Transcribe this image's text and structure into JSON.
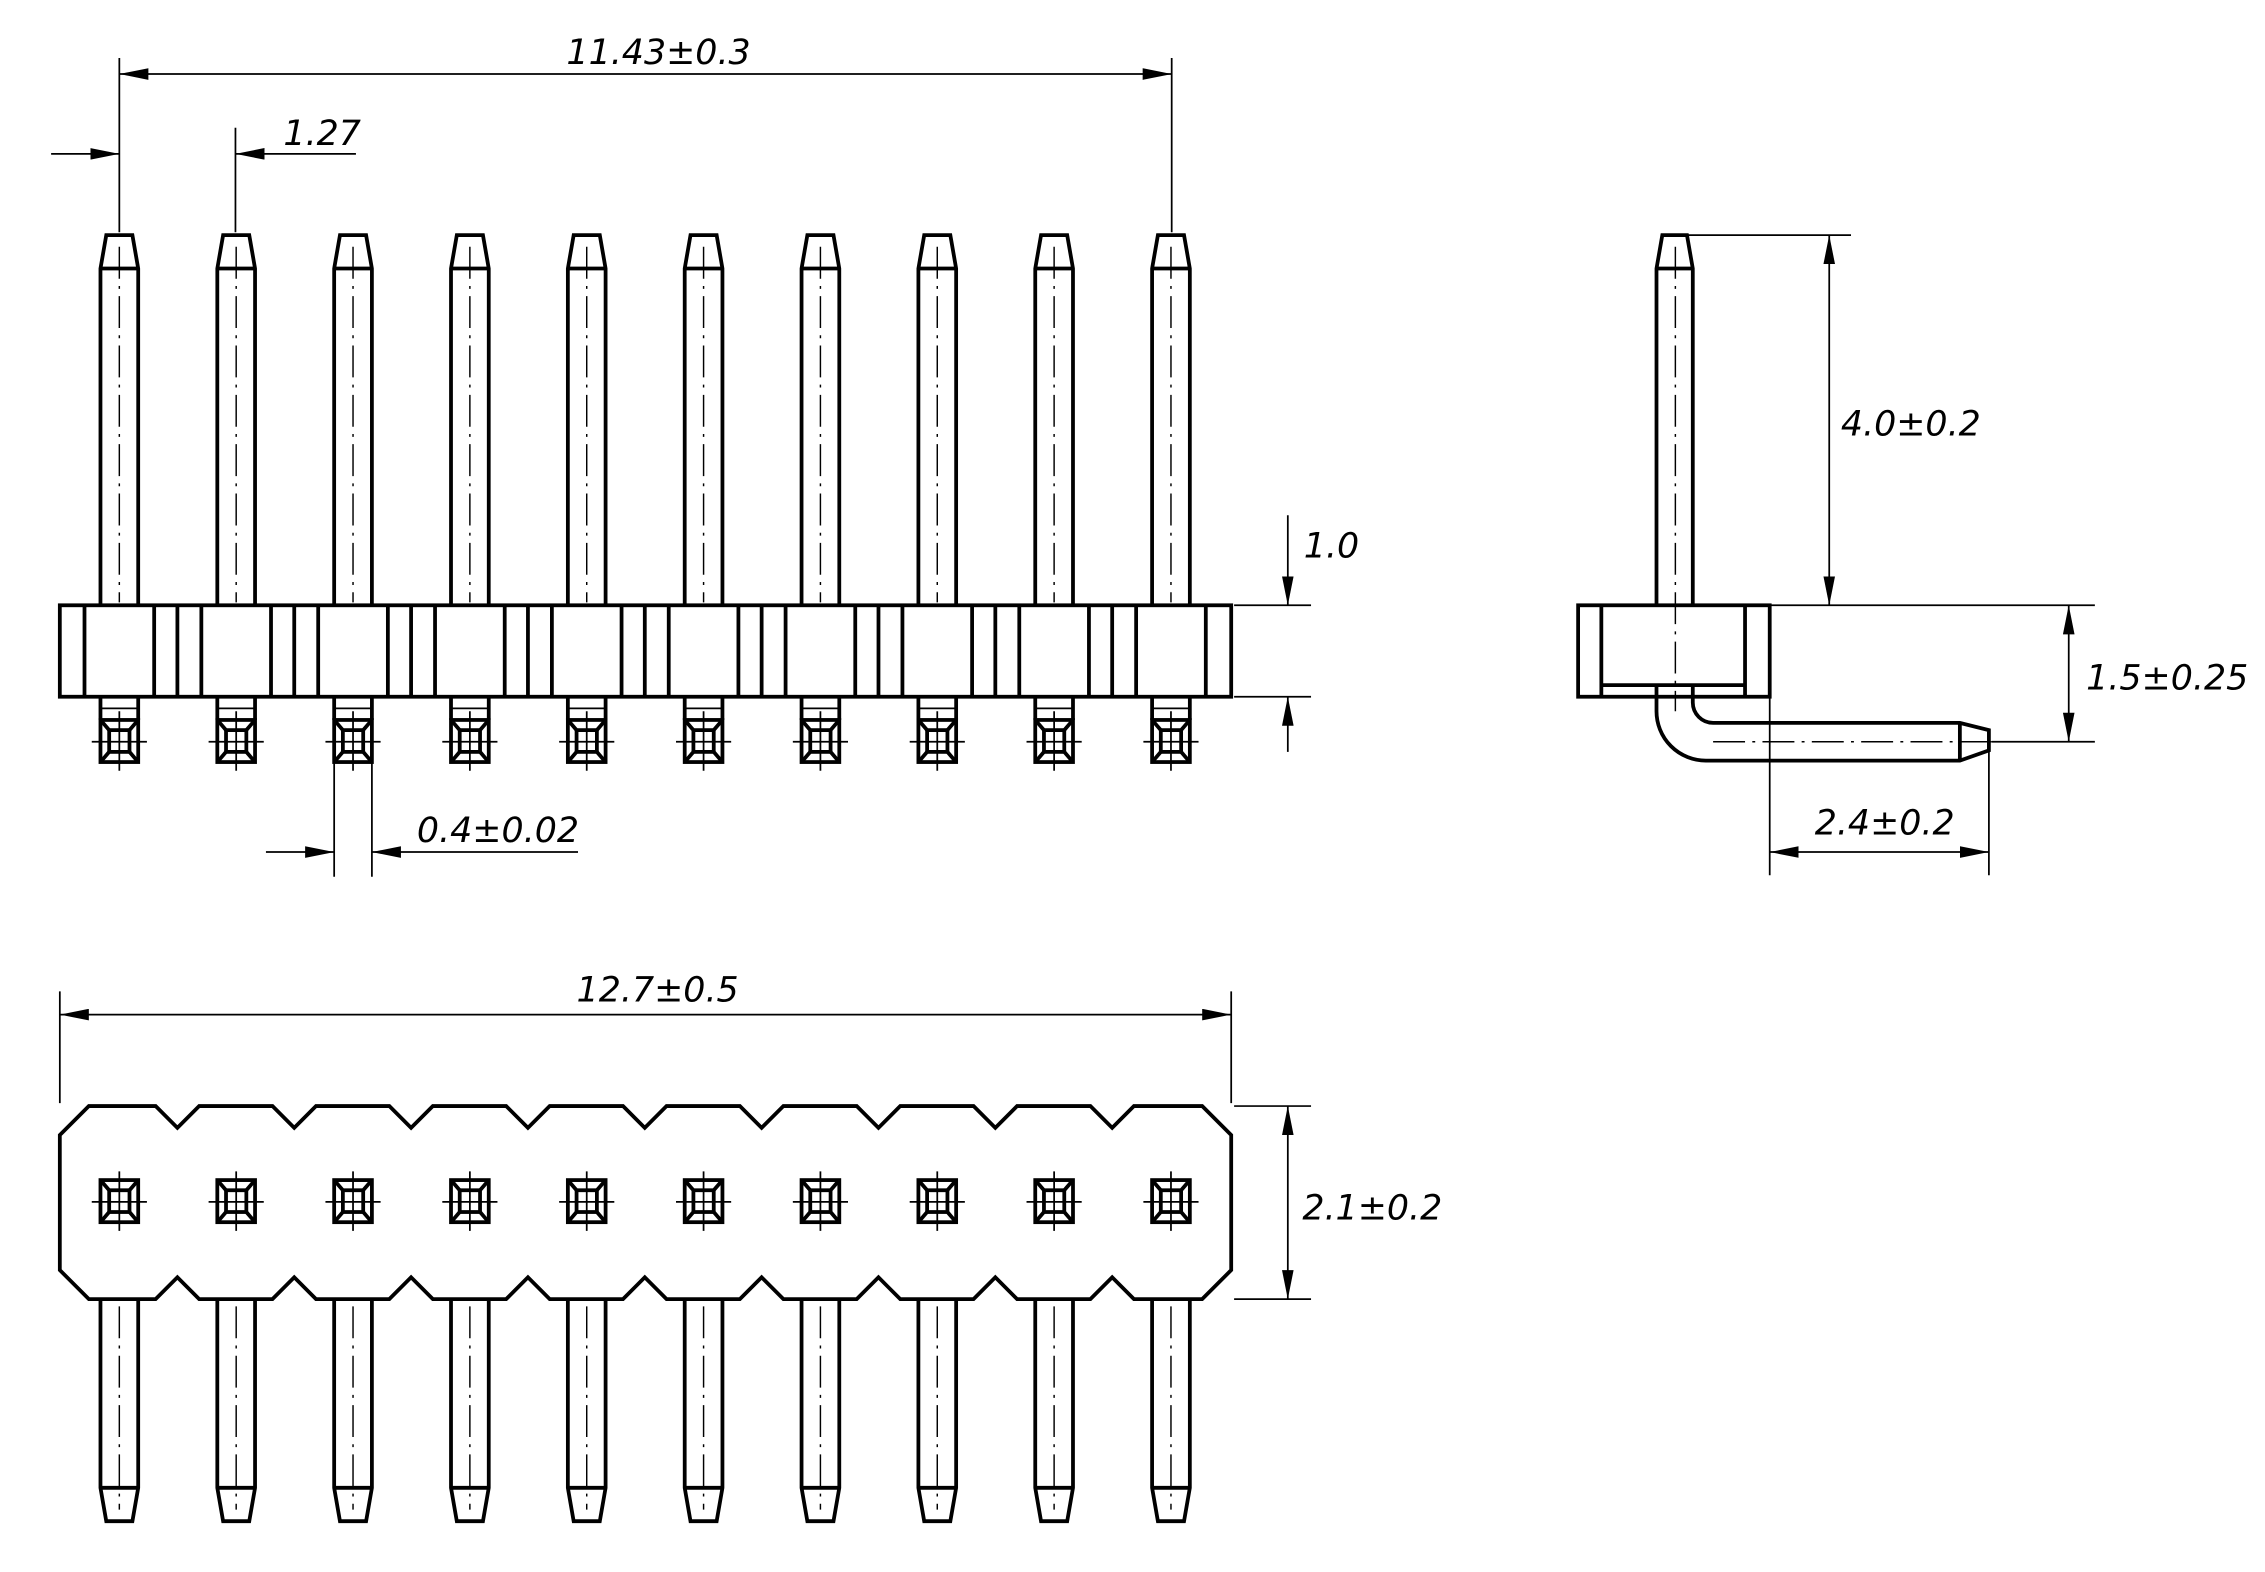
{
  "drawing": {
    "pin_count": 10,
    "dimensions": {
      "overall_pitch": "11.43±0.3",
      "pitch": "1.27",
      "pin_thickness": "0.4±0.02",
      "standoff": "1.0",
      "pin_height": "4.0±0.2",
      "body_height": "1.5±0.25",
      "tail_length": "2.4±0.2",
      "body_length": "12.7±0.5",
      "body_width": "2.1±0.2"
    },
    "line_color": "#000000"
  }
}
